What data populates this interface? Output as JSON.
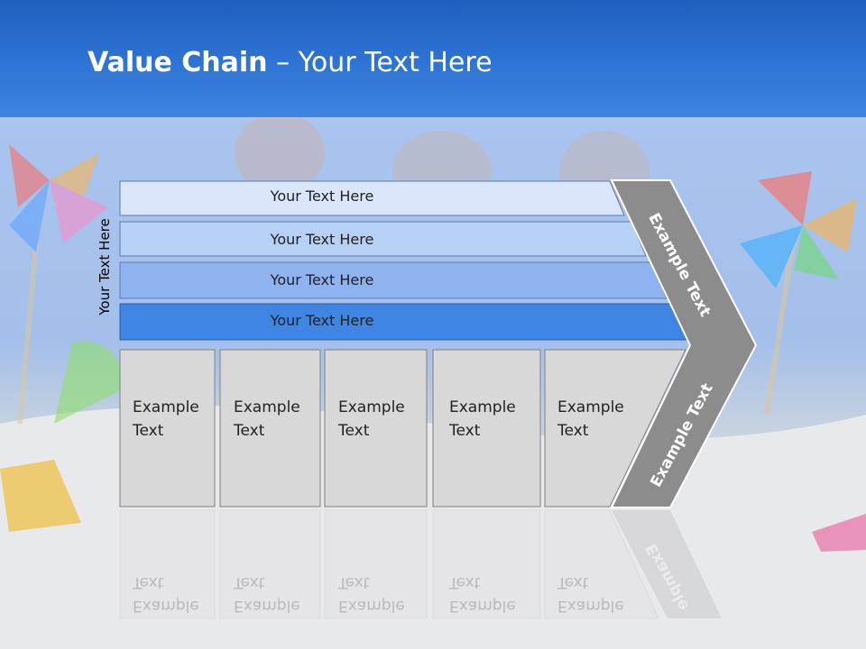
{
  "slide": {
    "title_bold": "Value Chain",
    "title_rest": " – Your Text Here",
    "side_label": "Your Text Here",
    "rows": [
      {
        "label": "Your Text Here",
        "color": "#d9e6fb"
      },
      {
        "label": "Your Text Here",
        "color": "#b7d0f5"
      },
      {
        "label": "Your Text Here",
        "color": "#8fb3ee"
      },
      {
        "label": "Your Text Here",
        "color": "#3f85e4"
      }
    ],
    "boxes": [
      {
        "line1": "Example",
        "line2": "Text"
      },
      {
        "line1": "Example",
        "line2": "Text"
      },
      {
        "line1": "Example",
        "line2": "Text"
      },
      {
        "line1": "Example",
        "line2": "Text"
      },
      {
        "line1": "Example",
        "line2": "Text"
      }
    ],
    "chevron_upper": "Example Text",
    "chevron_lower": "Example Text",
    "chevron_reflection": "Example",
    "colors": {
      "header": "#2e74d4",
      "box_fill": "#d8d8d8",
      "chevron": "#8c8c8c"
    }
  }
}
